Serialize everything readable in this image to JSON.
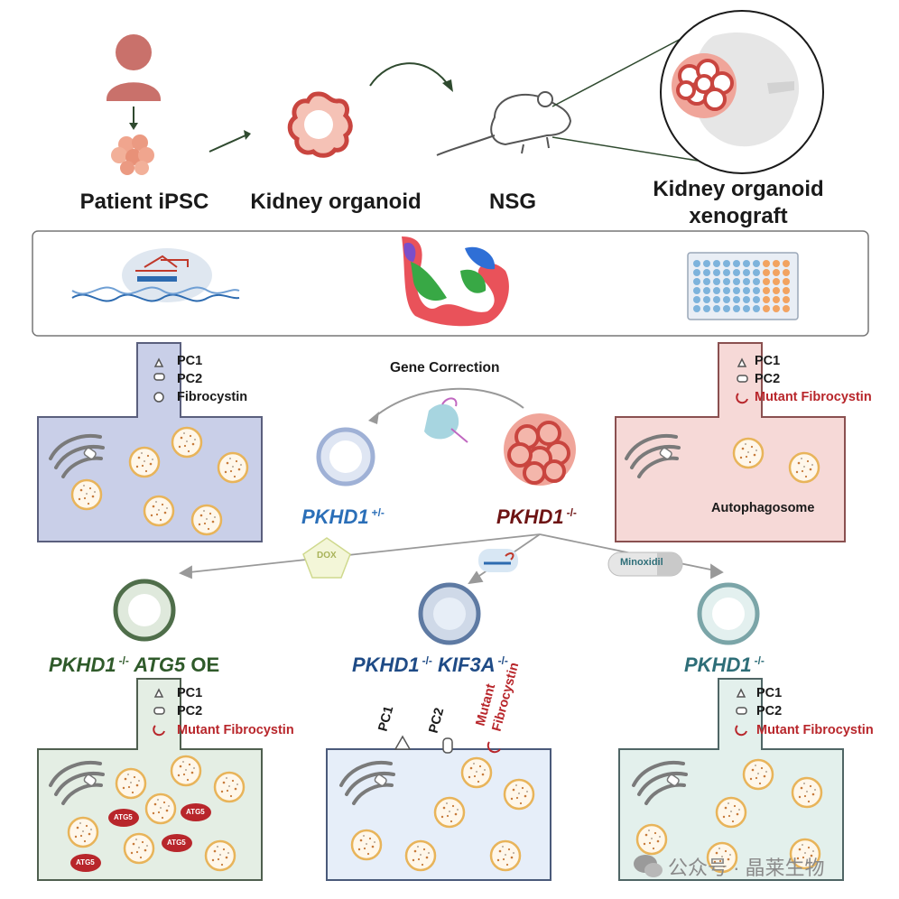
{
  "top_labels": {
    "patient_ipsc": "Patient iPSC",
    "kidney_organoid": "Kidney organoid",
    "nsg": "NSG",
    "xenograft_line1": "Kidney organoid",
    "xenograft_line2": "xenograft"
  },
  "center": {
    "gene_correction": "Gene Correction",
    "pkhd1_het": "PKHD1",
    "pkhd1_het_sup": "+/-",
    "pkhd1_ko": "PKHD1",
    "pkhd1_ko_sup": "-/-"
  },
  "cell_left": {
    "pc1": "PC1",
    "pc2": "PC2",
    "fibro": "Fibrocystin"
  },
  "cell_right": {
    "pc1": "PC1",
    "pc2": "PC2",
    "fibro": "Mutant Fibrocystin",
    "autophagosome": "Autophagosome"
  },
  "treatments": {
    "dox": "DOX",
    "minoxidil": "Minoxidil"
  },
  "bottom_left": {
    "gene": "PKHD1",
    "sup": "-/-",
    "gene2": "ATG5",
    "oe": "OE",
    "pc1": "PC1",
    "pc2": "PC2",
    "fibro": "Mutant Fibrocystin",
    "atg5": "ATG5"
  },
  "bottom_mid": {
    "gene": "PKHD1",
    "sup": "-/-",
    "gene2": "KIF3A",
    "sup2": "-/-",
    "pc1": "PC1",
    "pc2": "PC2",
    "fibro1": "Mutant",
    "fibro2": "Fibrocystin"
  },
  "bottom_right": {
    "gene": "PKHD1",
    "sup": "-/-",
    "pc1": "PC1",
    "pc2": "PC2",
    "fibro": "Mutant Fibrocystin"
  },
  "watermark": "公众号 · 晶莱生物",
  "colors": {
    "organoid_red": "#c9453f",
    "organoid_light_red": "#f0a59a",
    "het_blue": "#2b6fb8",
    "ko_darkred": "#6e1414",
    "atg5_green": "#2f5a2a",
    "kif3a_blue": "#1f4b86",
    "minox_teal": "#2e6e78",
    "mutant_red": "#b8262b",
    "cell_blue_bg": "#c9cfe8",
    "cell_pink_bg": "#f6d9d7",
    "cell_green_bg": "#e4eee4",
    "cell_lightblue_bg": "#e6eef9",
    "cell_mint_bg": "#e3f0ec"
  }
}
